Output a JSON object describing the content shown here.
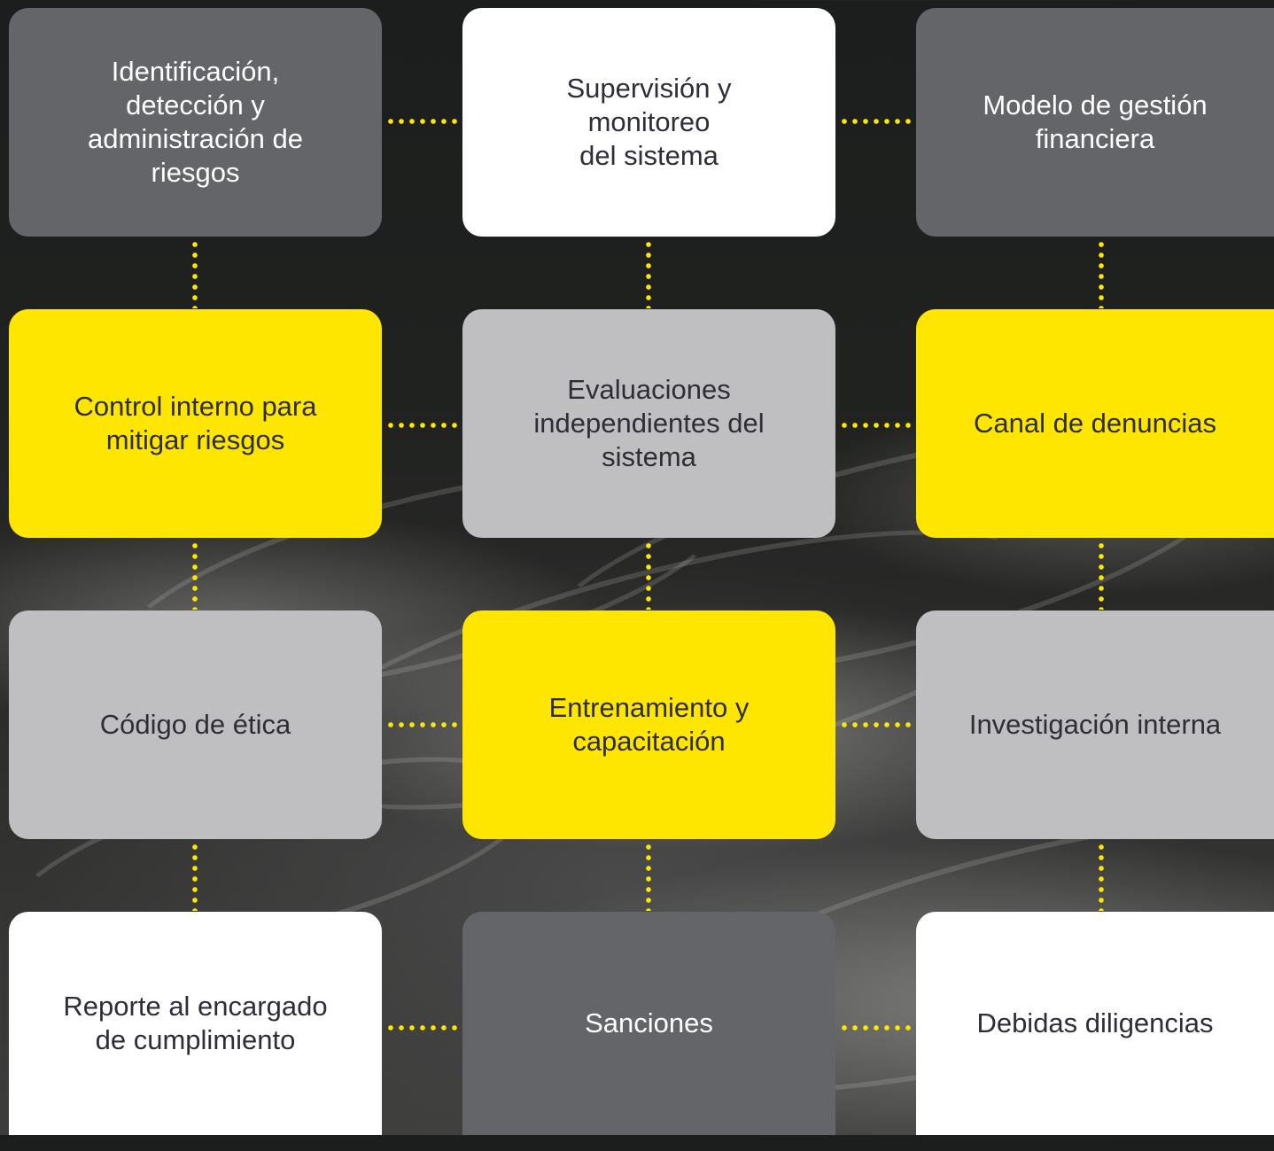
{
  "palette": {
    "yellow": "#ffe600",
    "dark_gray": "#646569",
    "light_gray": "#bfbfc1",
    "white": "#ffffff",
    "text_dark": "#2e2e38"
  },
  "grid": [
    [
      {
        "label": "Identificación,\ndetección y\nadministración de\nriesgos",
        "style": "dark"
      },
      {
        "label": "Supervisión y\nmonitoreo\ndel sistema",
        "style": "white"
      },
      {
        "label": "Modelo de gestión\nfinanciera",
        "style": "dark"
      }
    ],
    [
      {
        "label": "Control interno para\nmitigar riesgos",
        "style": "yellow"
      },
      {
        "label": "Evaluaciones\nindependientes del\nsistema",
        "style": "light"
      },
      {
        "label": "Canal de denuncias",
        "style": "yellow"
      }
    ],
    [
      {
        "label": "Código de ética",
        "style": "light"
      },
      {
        "label": "Entrenamiento y\ncapacitación",
        "style": "yellow"
      },
      {
        "label": "Investigación interna",
        "style": "light"
      }
    ],
    [
      {
        "label": "Reporte al encargado\nde cumplimiento",
        "style": "white"
      },
      {
        "label": "Sanciones",
        "style": "dark"
      },
      {
        "label": "Debidas diligencias",
        "style": "white"
      }
    ]
  ]
}
